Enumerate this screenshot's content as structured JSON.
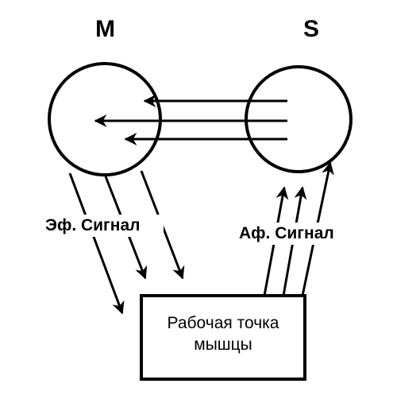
{
  "labels": {
    "master": "M",
    "slave": "S",
    "efferent_signal": "Эф. Сигнал",
    "afferent_signal": "Аф. Сигнал",
    "box_line1": "Рабочая точка",
    "box_line2": "мышцы"
  }
}
